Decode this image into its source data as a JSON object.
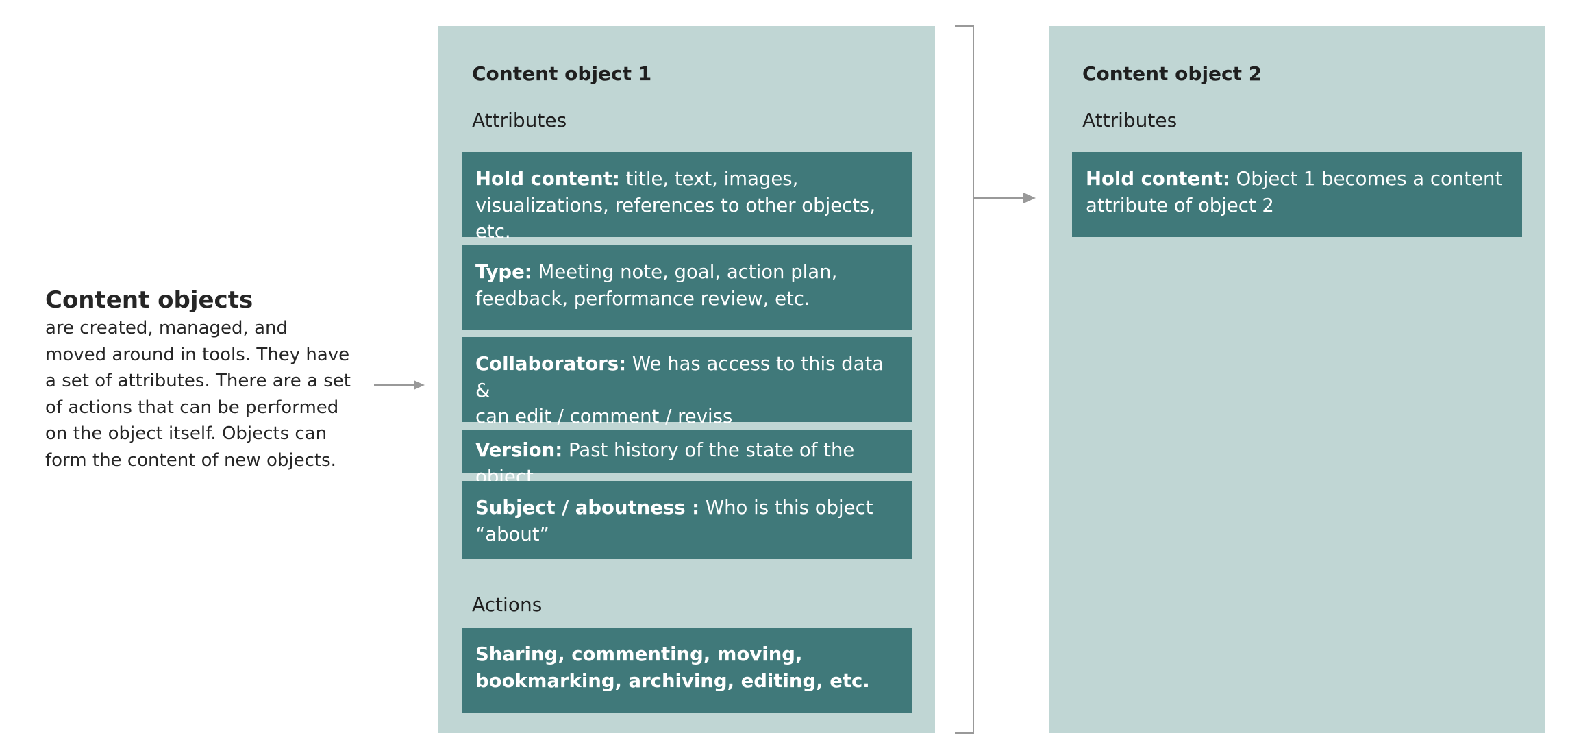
{
  "intro": {
    "title": "Content objects",
    "lines": [
      "are created, managed, and",
      "moved around in tools. They have",
      "a set of attributes. There are a set",
      "of actions that can be performed",
      "on the object itself. Objects can",
      "form the content of new objects."
    ]
  },
  "object1": {
    "title": "Content object 1",
    "attributes_label": "Attributes",
    "attributes": [
      {
        "label": "Hold content:",
        "lines": [
          " title, text, images,",
          "visualizations, references to other objects, etc."
        ]
      },
      {
        "label": "Type:",
        "lines": [
          " Meeting note, goal, action plan,",
          "feedback, performance review, etc."
        ]
      },
      {
        "label": "Collaborators:",
        "lines": [
          " We has access to this data &",
          "can edit / comment /  reviss"
        ]
      },
      {
        "label": "Version:",
        "lines": [
          " Past history of the state of the object"
        ]
      },
      {
        "label": "Subject / aboutness :",
        "lines": [
          " Who is this object",
          "“about”"
        ]
      }
    ],
    "actions_label": "Actions",
    "actions": {
      "lines": [
        "Sharing, commenting, moving,",
        "bookmarking, archiving, editing, etc."
      ]
    }
  },
  "object2": {
    "title": "Content object 2",
    "attributes_label": "Attributes",
    "attributes": [
      {
        "label": "Hold content:",
        "lines": [
          " Object 1 becomes a content",
          "attribute of object 2"
        ]
      }
    ]
  },
  "colors": {
    "panel_bg": "#c0d6d4",
    "card_bg": "#40797a",
    "card_text": "#ffffff",
    "connector": "#999999"
  }
}
